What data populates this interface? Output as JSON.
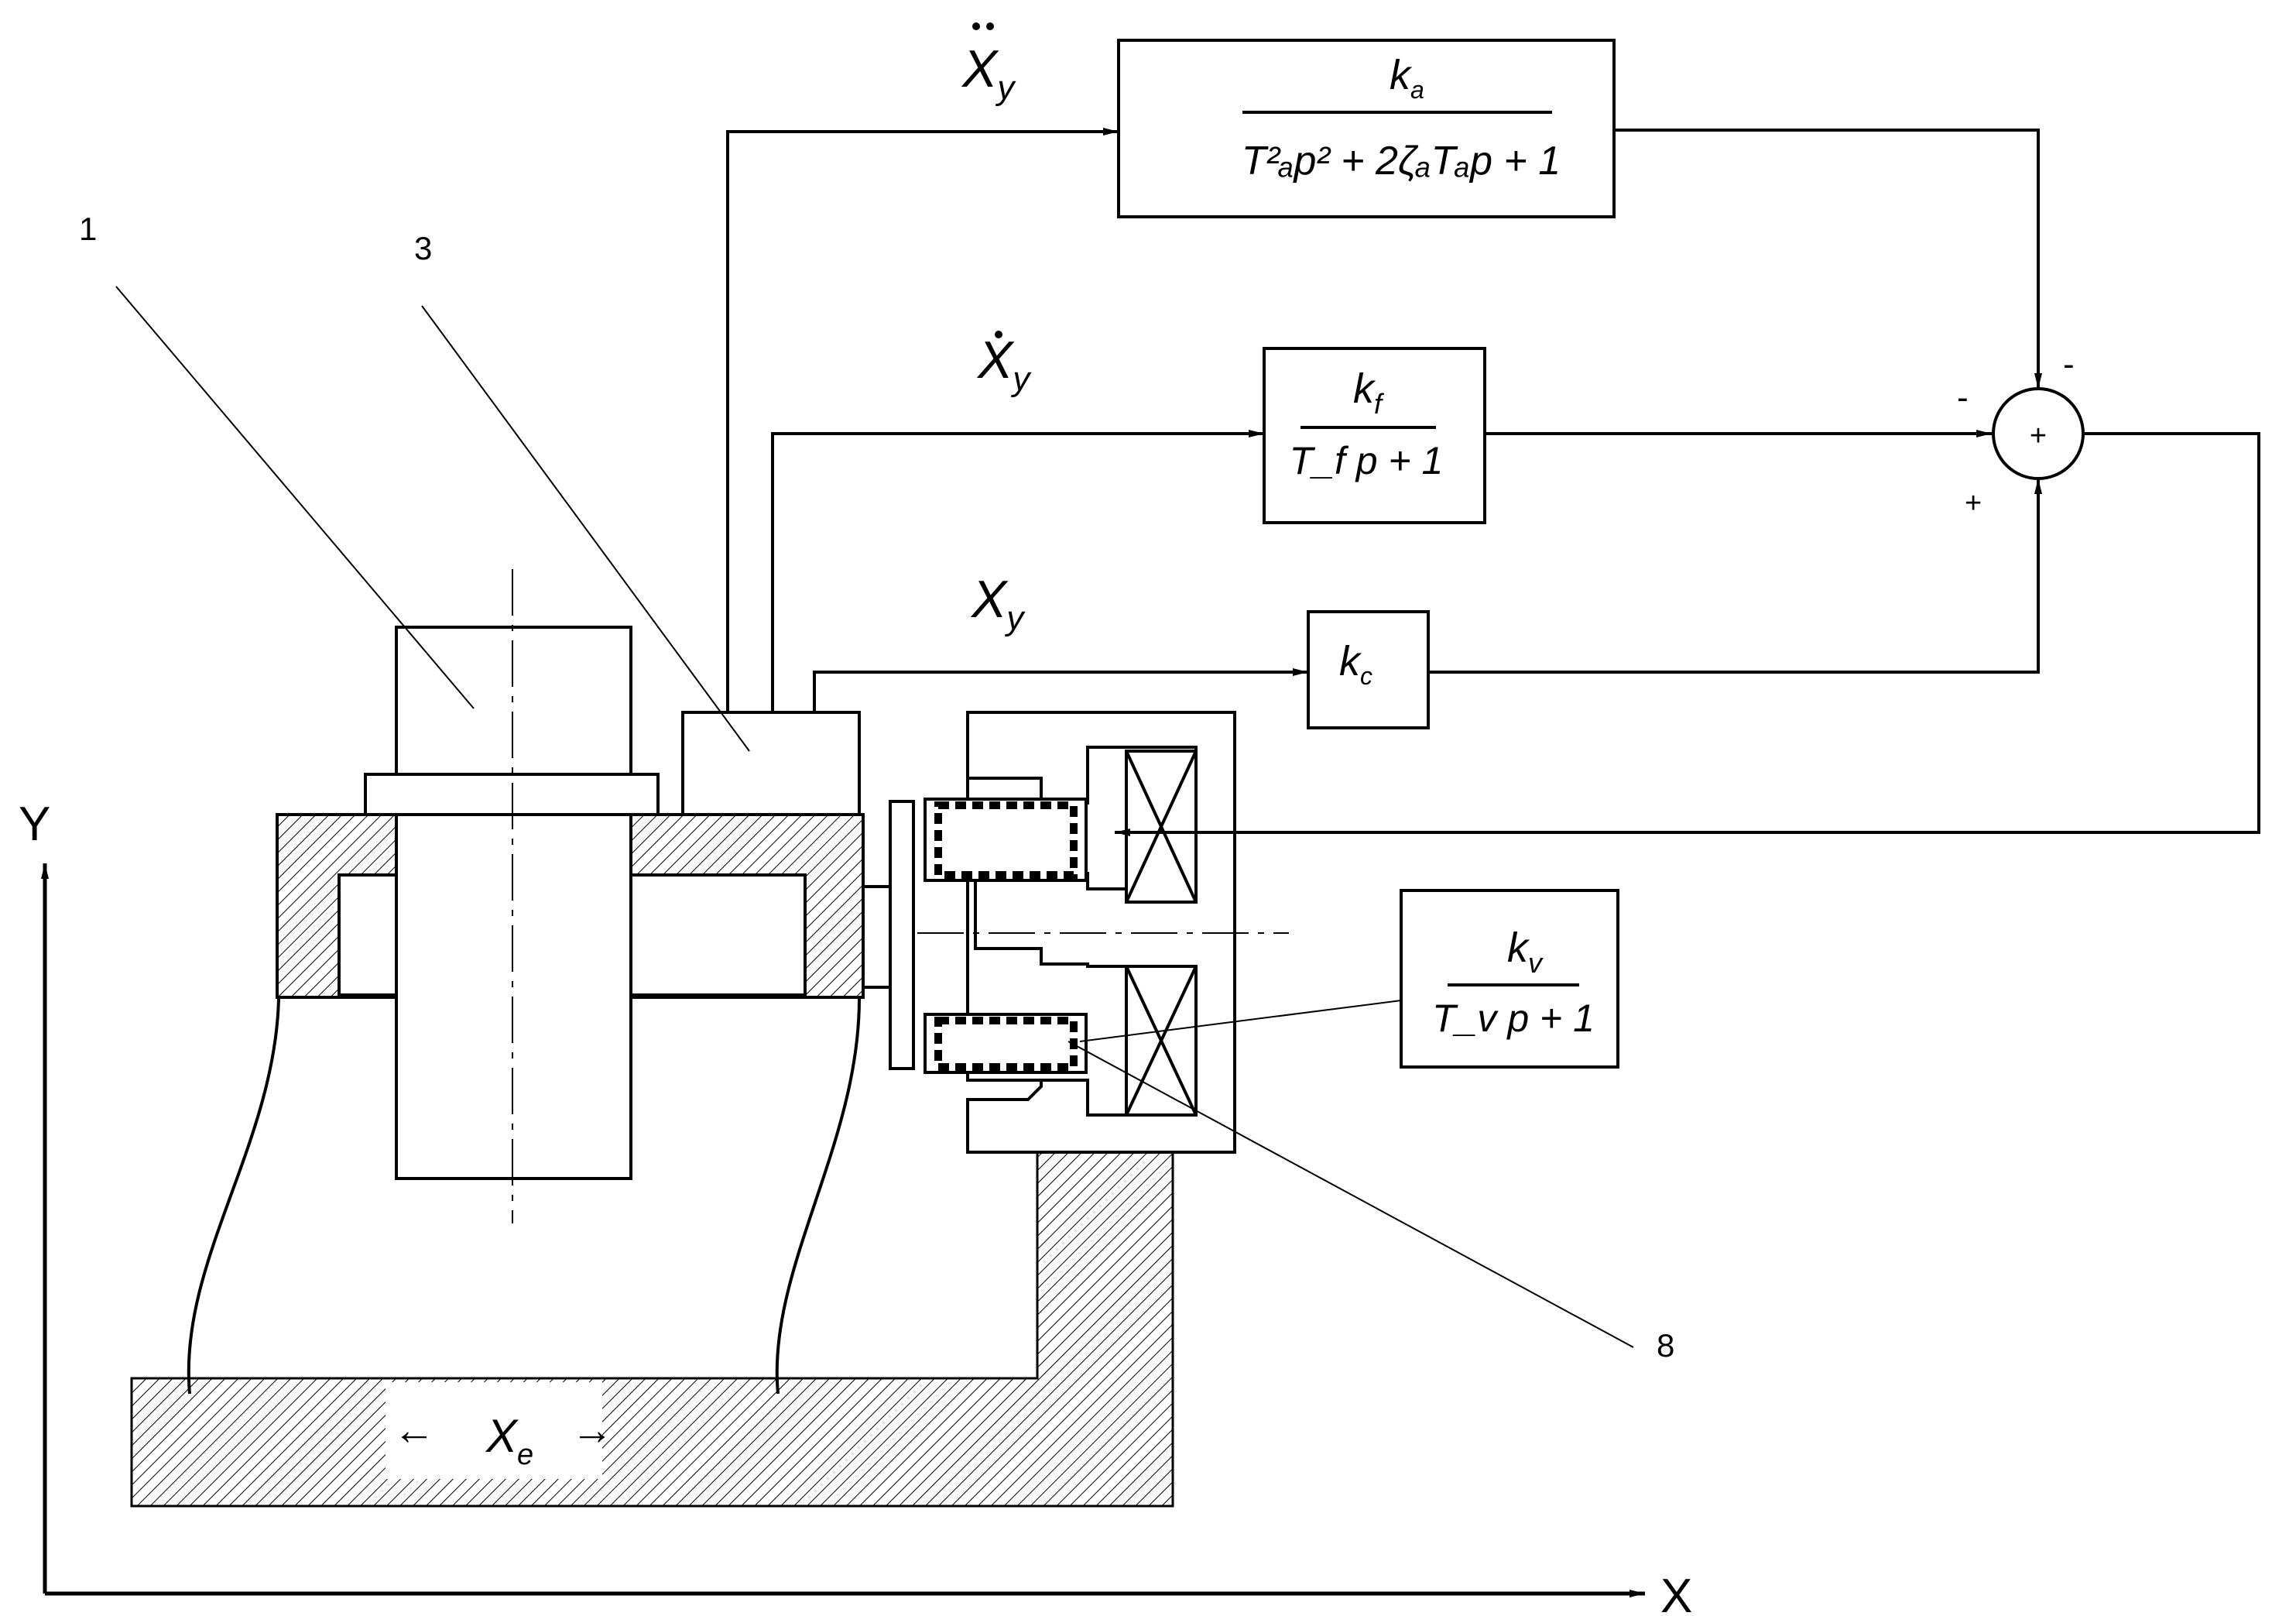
{
  "callouts": {
    "c1": "1",
    "c3": "3",
    "c8": "8"
  },
  "axes": {
    "y": "Y",
    "x": "X"
  },
  "signals": {
    "accel": {
      "main": "X",
      "sub": "y"
    },
    "vel": {
      "main": "X",
      "sub": "y"
    },
    "pos": {
      "main": "X",
      "sub": "y"
    },
    "ground": {
      "main": "X",
      "sub": "e"
    }
  },
  "blocks": {
    "accel": {
      "num": "k",
      "num_sub": "a",
      "den": "T²ₐp² + 2ζₐTₐp + 1"
    },
    "vel": {
      "num": "k",
      "num_sub": "f",
      "den": "T_f p + 1"
    },
    "pos": {
      "gain": "k",
      "gain_sub": "c"
    },
    "valve": {
      "num": "k",
      "num_sub": "v",
      "den": "T_v p + 1"
    }
  },
  "summing_junction": {
    "symbol": "+",
    "sign_top": "-",
    "sign_left": "-",
    "sign_bottom": "+"
  },
  "arrows": {
    "left": "←",
    "right": "→"
  },
  "colors": {
    "line": "#000000",
    "background": "#ffffff"
  }
}
